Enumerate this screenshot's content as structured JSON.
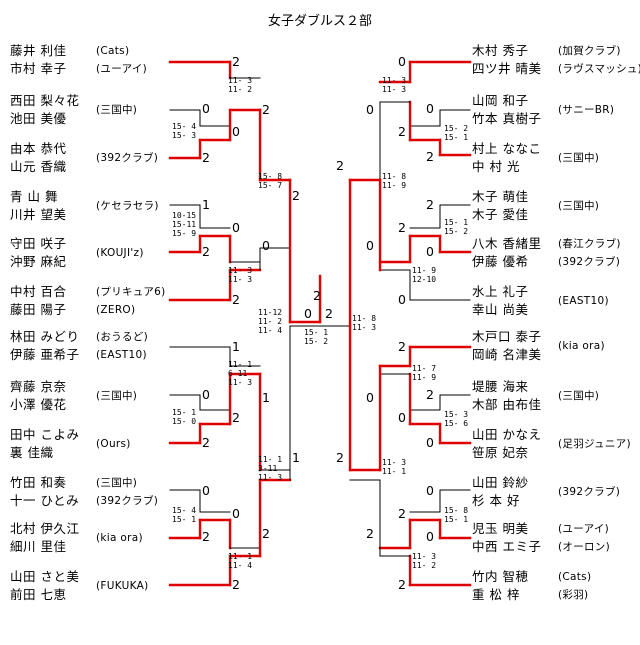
{
  "title": "女子ダブルス２部",
  "colors": {
    "win_line": "#e00000",
    "line": "#000000"
  },
  "left_entries": [
    {
      "p1": "藤井 利佳",
      "p2": "市村 幸子",
      "club1": "(Cats)",
      "club2": "(ユーアイ)"
    },
    {
      "p1": "西田 梨々花",
      "p2": "池田 美優",
      "club1": "(三国中)",
      "club2": ""
    },
    {
      "p1": "由本 恭代",
      "p2": "山元 香織",
      "club1": "(392クラブ)",
      "club2": ""
    },
    {
      "p1": "青 山 舞",
      "p2": "川井 望美",
      "club1": "(ケセラセラ)",
      "club2": ""
    },
    {
      "p1": "守田 咲子",
      "p2": "沖野 麻紀",
      "club1": "(KOUJI'z)",
      "club2": ""
    },
    {
      "p1": "中村 百合",
      "p2": "藤田 陽子",
      "club1": "(プリキュア6)",
      "club2": "(ZERO)"
    },
    {
      "p1": "林田 みどり",
      "p2": "伊藤 亜希子",
      "club1": "(おうるど)",
      "club2": "(EAST10)"
    },
    {
      "p1": "齊藤 京奈",
      "p2": "小澤 優花",
      "club1": "(三国中)",
      "club2": ""
    },
    {
      "p1": "田中 こよみ",
      "p2": "裏 佳織",
      "club1": "(Ours)",
      "club2": ""
    },
    {
      "p1": "竹田 和奏",
      "p2": "十一 ひとみ",
      "club1": "(三国中)",
      "club2": "(392クラブ)"
    },
    {
      "p1": "北村 伊久江",
      "p2": "細川 里佳",
      "club1": "(kia ora)",
      "club2": ""
    },
    {
      "p1": "山田 さと美",
      "p2": "前田 七恵",
      "club1": "(FUKUKA)",
      "club2": ""
    }
  ],
  "right_entries": [
    {
      "p1": "木村 秀子",
      "p2": "四ツ井 晴美",
      "club1": "(加賀クラブ)",
      "club2": "(ラヴスマッシュ)"
    },
    {
      "p1": "山岡 和子",
      "p2": "竹本 真樹子",
      "club1": "(サニーBR)",
      "club2": ""
    },
    {
      "p1": "村上 ななこ",
      "p2": "中 村 光",
      "club1": "(三国中)",
      "club2": ""
    },
    {
      "p1": "木子 萌佳",
      "p2": "木子 愛佳",
      "club1": "(三国中)",
      "club2": ""
    },
    {
      "p1": "八木 香緒里",
      "p2": "伊藤 優希",
      "club1": "(春江クラブ)",
      "club2": "(392クラブ)"
    },
    {
      "p1": "水上 礼子",
      "p2": "幸山 尚美",
      "club1": "(EAST10)",
      "club2": ""
    },
    {
      "p1": "木戸口 泰子",
      "p2": "岡崎 名津美",
      "club1": "(kia ora)",
      "club2": ""
    },
    {
      "p1": "堤腰 海来",
      "p2": "木部 由布佳",
      "club1": "(三国中)",
      "club2": ""
    },
    {
      "p1": "山田 かなえ",
      "p2": "笹原 妃奈",
      "club1": "(足羽ジュニア)",
      "club2": ""
    },
    {
      "p1": "山田 鈴紗",
      "p2": "杉 本 好",
      "club1": "(392クラブ)",
      "club2": ""
    },
    {
      "p1": "児玉 明美",
      "p2": "中西 エミ子",
      "club1": "(ユーアイ)",
      "club2": "(オーロン)"
    },
    {
      "p1": "竹内 智穂",
      "p2": "重 松 梓",
      "club1": "(Cats)",
      "club2": "(彩羽)"
    }
  ],
  "scores": [
    "2",
    "0",
    "0",
    "2",
    "1",
    "0",
    "2",
    "2",
    "0",
    "2",
    "1",
    "0",
    "2",
    "0",
    "2",
    "0",
    "2",
    "2",
    "1",
    "1",
    "2",
    "2",
    "0",
    "2",
    "0",
    "0",
    "2",
    "0",
    "2",
    "2",
    "0",
    "2",
    "2",
    "0",
    "0",
    "2",
    "2",
    "0",
    "0",
    "2",
    "0",
    "2",
    "2",
    "0",
    "0",
    "2",
    "2"
  ],
  "game_scores": [
    "11- 3\n11- 2",
    "15- 4\n15- 3",
    "15- 8\n15- 7",
    "10-15\n15-11\n15- 9",
    "11- 3\n11- 3",
    "11-12\n11- 2\n11- 4",
    "11- 1\n6-11\n11- 3",
    "15- 1\n15- 0",
    "11- 1\n3-11\n11- 3",
    "15- 4\n15- 1",
    "11- 1\n11- 4",
    "15- 1\n15- 2",
    "11- 3\n11- 3",
    "15- 2\n15- 1",
    "11- 8\n11- 9",
    "15- 1\n15- 2",
    "11- 9\n12-10",
    "11- 8\n11- 3",
    "11- 7\n11- 9",
    "15- 3\n15- 6",
    "11- 3\n11- 1",
    "15- 8\n15- 1",
    "11- 3\n11- 2"
  ]
}
